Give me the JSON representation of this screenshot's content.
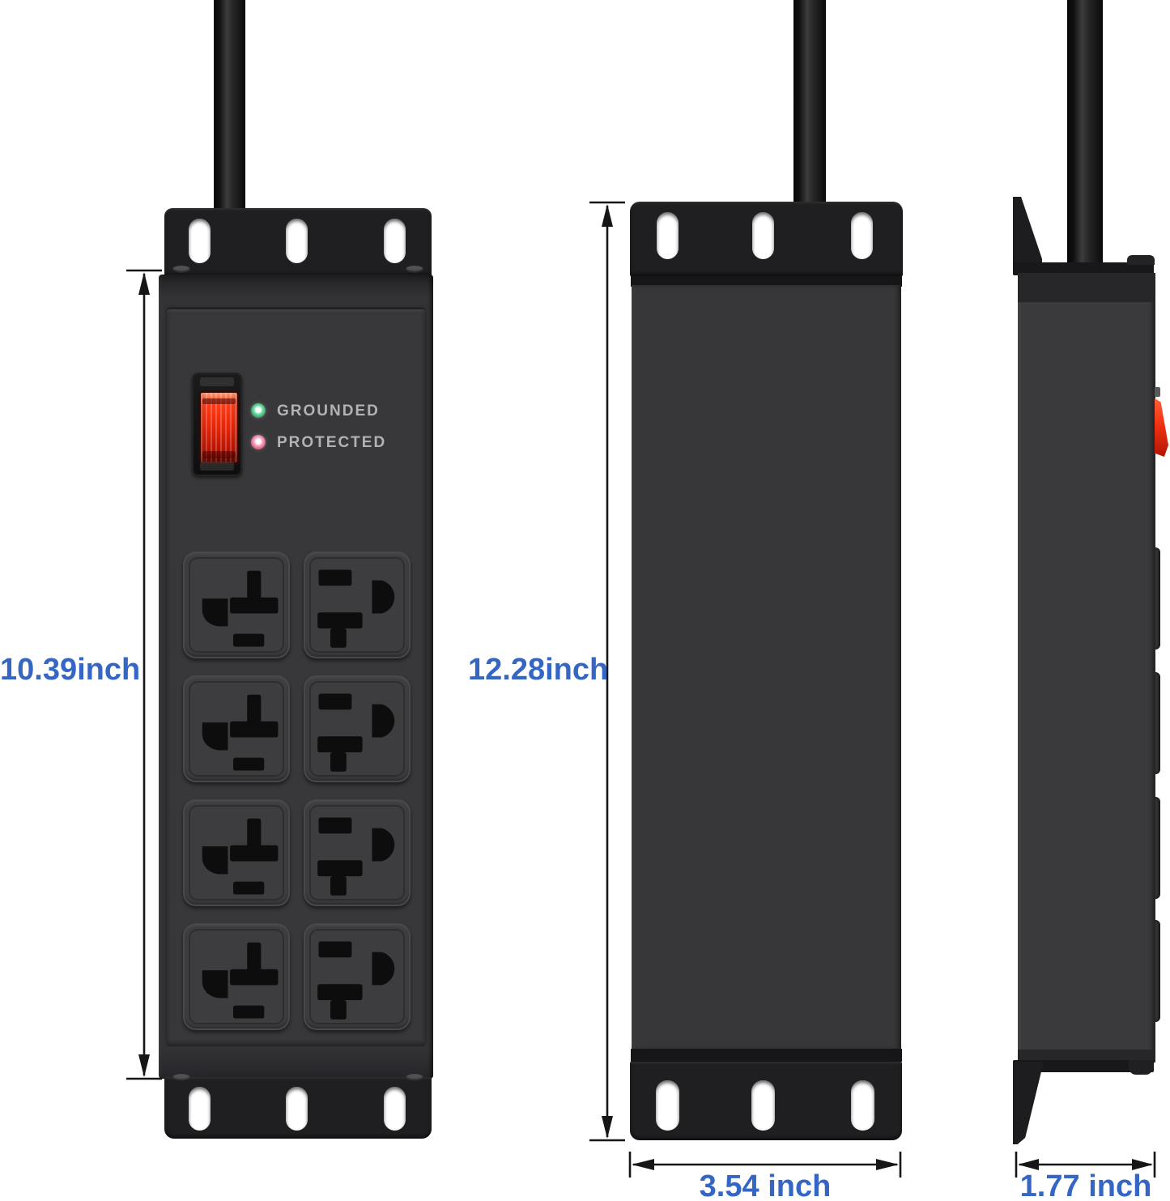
{
  "product": {
    "type_note": "surge protector power strip dimension diagram, three views"
  },
  "indicators": {
    "grounded_label": "GROUNDED",
    "protected_label": "PROTECTED"
  },
  "dimensions": {
    "front_height": "10.39inch",
    "back_height": "12.28inch",
    "back_width": "3.54 inch",
    "side_depth": "1.77 inch"
  },
  "outlets": {
    "rows": 4,
    "columns": 2,
    "column_types": [
      "rotated-nema",
      "standard-nema"
    ]
  },
  "colors": {
    "dimension_text": "#3566c4",
    "dimension_line": "#161616",
    "body": "#37373a",
    "bracket": "#1f1f21",
    "switch_red": "#e52508",
    "led_grounded": "#6fe0a4",
    "led_protected": "#f5a0b8",
    "device_label_text": "#b2b2b2",
    "background": "#ffffff"
  }
}
